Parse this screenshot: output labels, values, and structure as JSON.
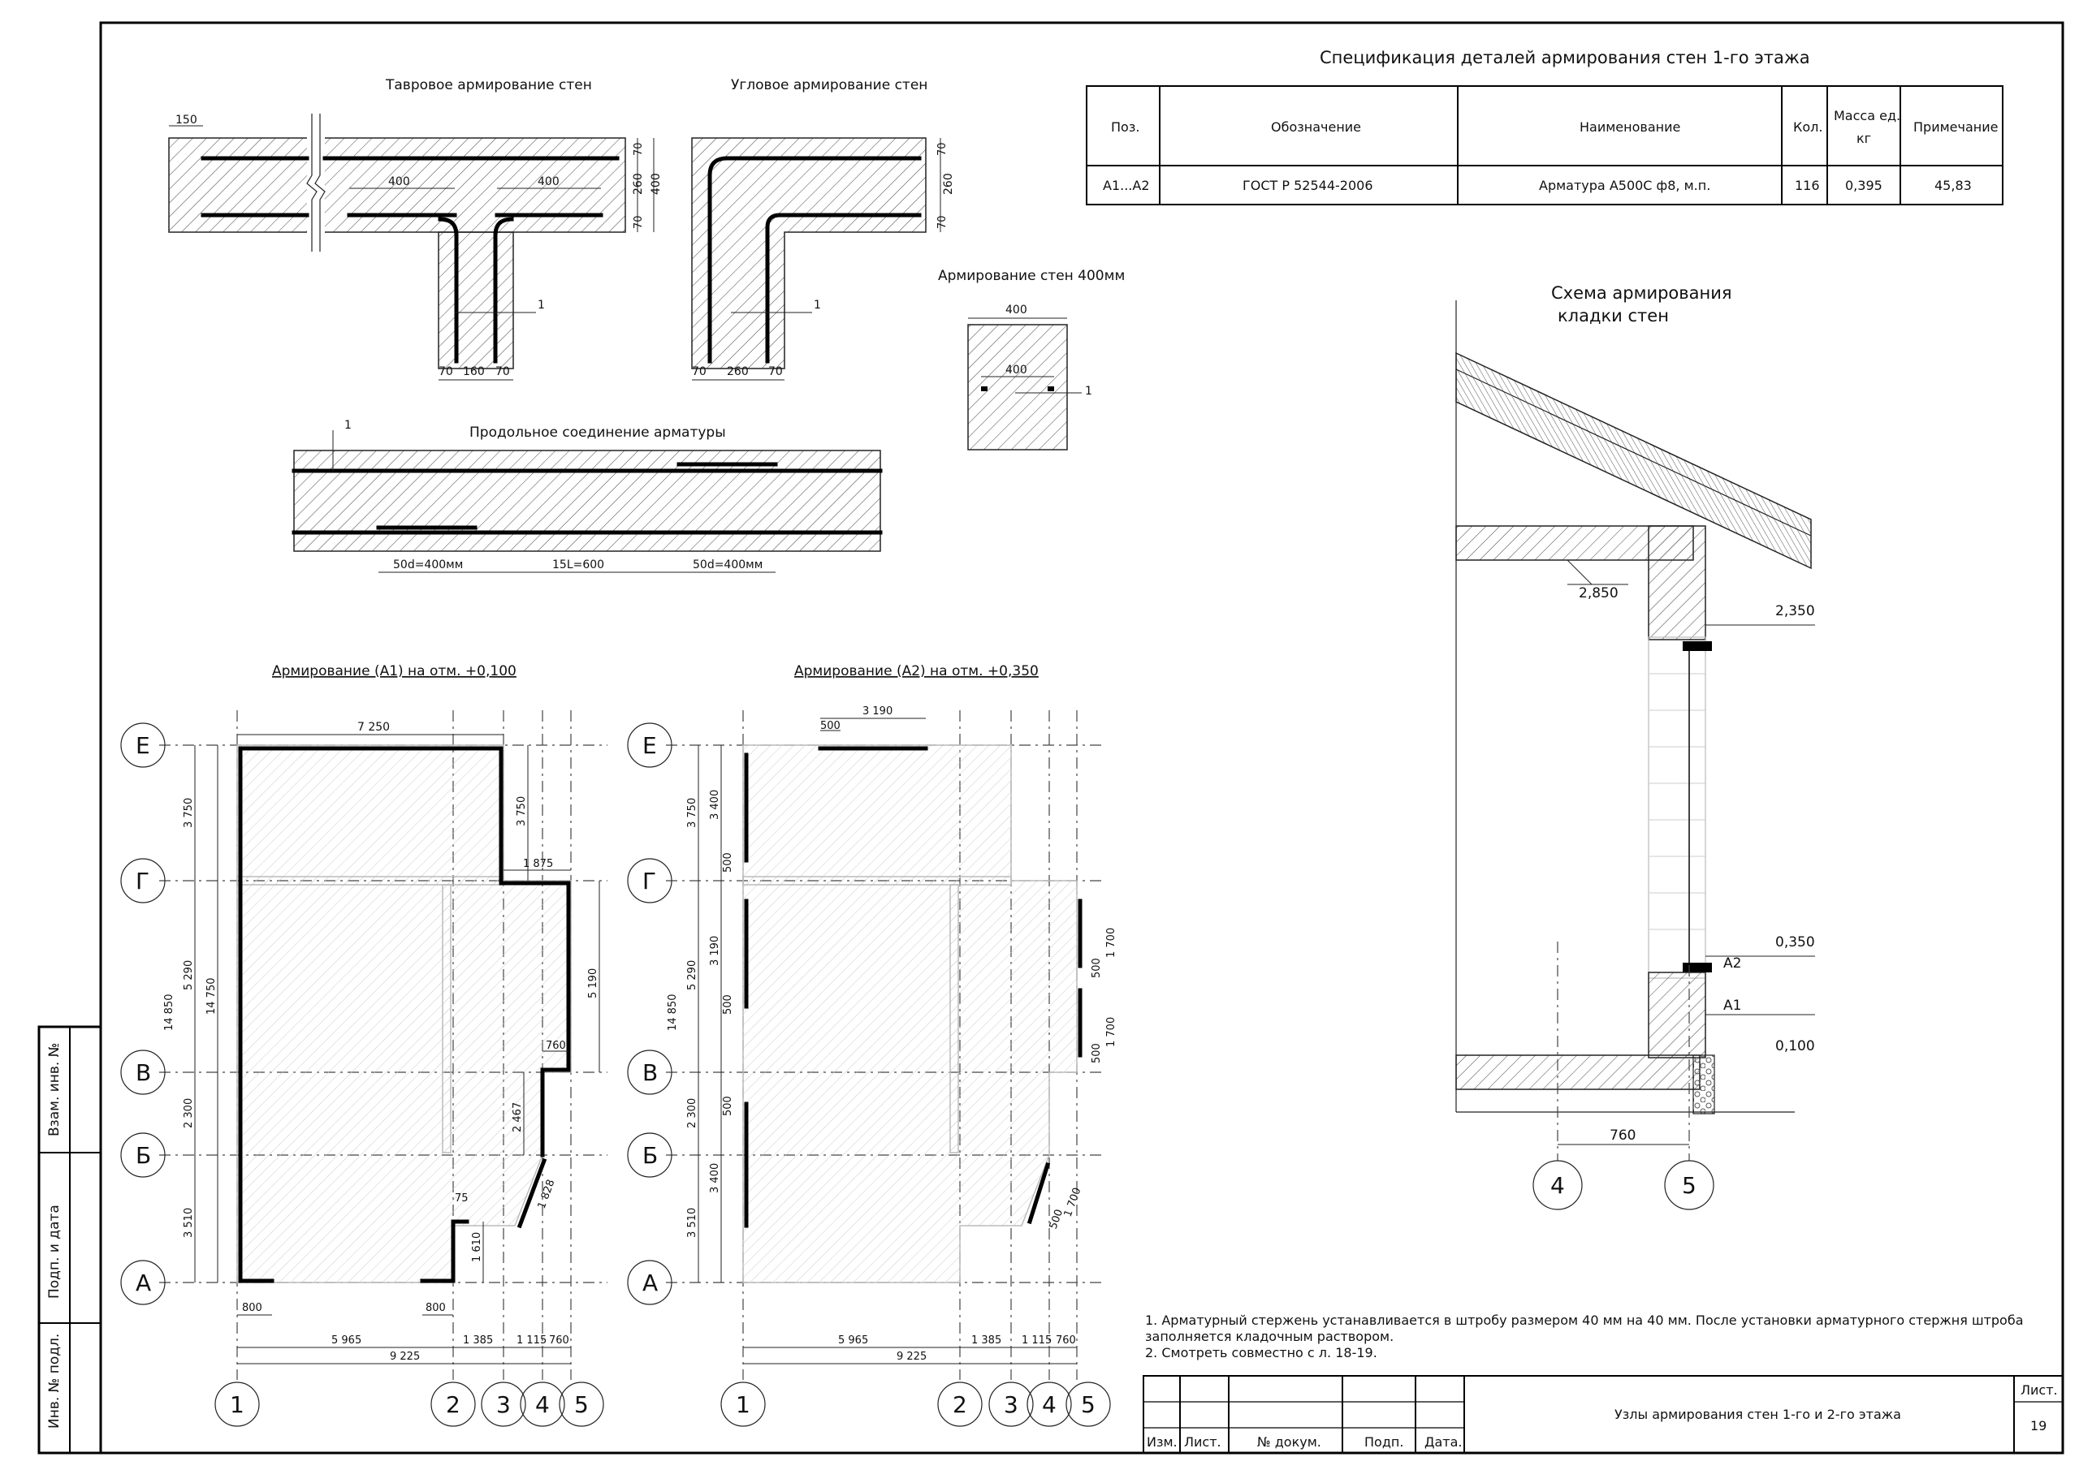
{
  "drawing_titles": {
    "tee": "Тавровое армирование стен",
    "corner": "Угловое армирование стен",
    "wall400": "Армирование стен 400мм",
    "lap": "Продольное соединение арматуры",
    "plan_a1": "Армирование (А1) на отм. +0,100",
    "plan_a2": "Армирование (А2) на отм. +0,350",
    "section_line1": "Схема армирования",
    "section_line2": "кладки стен"
  },
  "spec": {
    "title": "Спецификация деталей армирования стен 1-го этажа",
    "headers": [
      "Поз.",
      "Обозначение",
      "Наименование",
      "Кол.",
      "Масса ед.",
      "кг",
      "Примечание"
    ],
    "row": [
      "А1...А2",
      "ГОСТ Р 52544-2006",
      "Арматура А500С ф8, м.п.",
      "116",
      "0,395",
      "45,83"
    ]
  },
  "tee_dims": {
    "d150": "150",
    "d400a": "400",
    "d400b": "400",
    "d70t": "70",
    "d260": "260",
    "d70b": "70",
    "d400v": "400",
    "b70a": "70",
    "b160": "160",
    "b70b": "70",
    "mark": "1"
  },
  "corner_dims": {
    "d70t": "70",
    "d260": "260",
    "d70b": "70",
    "b70a": "70",
    "b260": "260",
    "b70b": "70",
    "mark": "1"
  },
  "wall400_dims": {
    "top": "400",
    "inner": "400",
    "mark": "1"
  },
  "lap_dims": {
    "mark": "1",
    "left": "50d=400мм",
    "mid": "15L=600",
    "right": "50d=400мм"
  },
  "axes_rows": [
    "Е",
    "Г",
    "В",
    "Б",
    "А"
  ],
  "axes_cols": [
    "1",
    "2",
    "3",
    "4",
    "5"
  ],
  "plan1_dims": {
    "top": "7 250",
    "g_step": "1 875",
    "v_step": "760",
    "diag": "1 828",
    "small75": "75",
    "r3750": "3 750",
    "r5190": "5 190",
    "r2467": "2 467",
    "r1610": "1 610",
    "l3750": "3 750",
    "l5290": "5 290",
    "l2300": "2 300",
    "l3510": "3 510",
    "l14850": "14 850",
    "l14750": "14 750",
    "b800a": "800",
    "b800b": "800",
    "b5965": "5 965",
    "b1385": "1 385",
    "b1115": "1 115",
    "b760": "760",
    "b9225": "9 225"
  },
  "plan2_dims": {
    "top3190": "3 190",
    "top500": "500",
    "l3750": "3 750",
    "l5290": "5 290",
    "l2300": "2 300",
    "l3510": "3 510",
    "l14850": "14 850",
    "i3400a": "3 400",
    "i500a": "500",
    "i3190": "3 190",
    "i500b": "500",
    "i500c": "500",
    "i3400b": "3 400",
    "r1700a": "1 700",
    "r500a": "500",
    "r1700b": "1 700",
    "r500b": "500",
    "d500": "500",
    "d1700": "1 700",
    "b5965": "5 965",
    "b1385": "1 385",
    "b1115": "1 115",
    "b760": "760",
    "b9225": "9 225"
  },
  "section_dims": {
    "e2850": "2,850",
    "e2350": "2,350",
    "e0350": "0,350",
    "e0100": "0,100",
    "a2": "А2",
    "a1": "А1",
    "d760": "760",
    "ax4": "4",
    "ax5": "5"
  },
  "notes": [
    "1. Арматурный стержень устанавливается в штробу размером 40 мм на 40 мм. После установки арматурного стержня штроба",
    "заполняется кладочным раствором.",
    "2. Смотреть совместно с л. 18-19."
  ],
  "stamp": {
    "cols": [
      "Изм.",
      "Лист.",
      "№ докум.",
      "Подп.",
      "Дата."
    ],
    "title": "Узлы армирования стен 1-го и 2-го этажа",
    "sheet_label": "Лист.",
    "sheet_no": "19"
  },
  "side_stamp": [
    "Инв. № подл.",
    "Подп. и дата",
    "Взам. инв. №"
  ]
}
